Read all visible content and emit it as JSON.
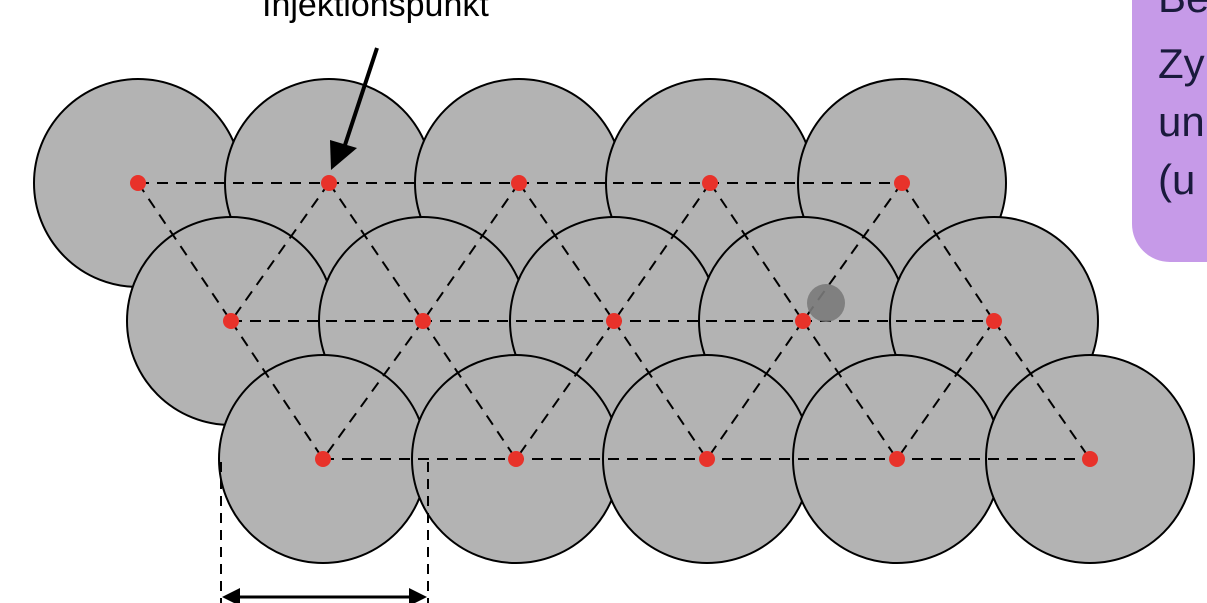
{
  "labels": {
    "injection_point": "Injektionspunkt"
  },
  "note": {
    "lines": [
      "Be",
      "Zy",
      "un",
      "(u"
    ]
  },
  "colors": {
    "circle_fill": "#b3b3b3",
    "circle_stroke": "#000000",
    "point": "#e8322a",
    "note_bg": "#c69ae8",
    "marker": "#7a7a7a"
  },
  "icons": {
    "arrow": "arrow-down-icon",
    "dimension": "double-arrow-icon"
  }
}
